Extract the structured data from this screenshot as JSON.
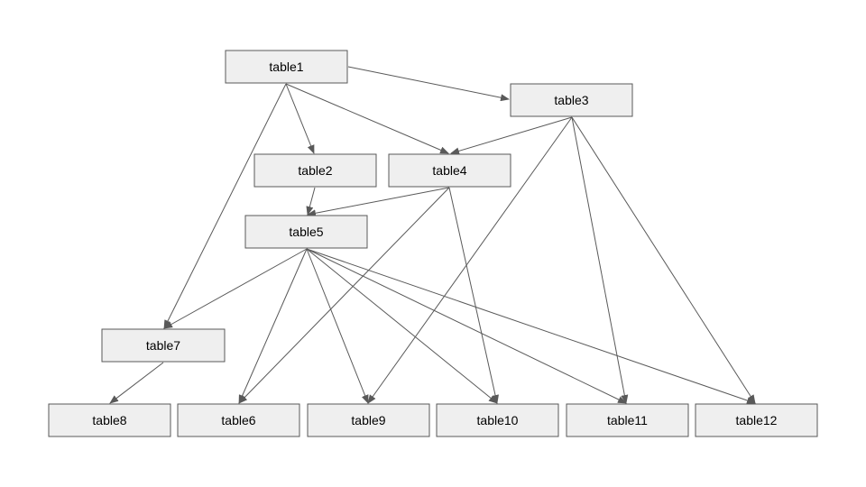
{
  "diagram": {
    "type": "dependency-graph",
    "colors": {
      "node_fill": "#efefef",
      "node_border": "#595959",
      "edge": "#595959",
      "text": "#000000",
      "background": "#ffffff"
    },
    "nodes": [
      {
        "id": "table1",
        "label": "table1"
      },
      {
        "id": "table2",
        "label": "table2"
      },
      {
        "id": "table3",
        "label": "table3"
      },
      {
        "id": "table4",
        "label": "table4"
      },
      {
        "id": "table5",
        "label": "table5"
      },
      {
        "id": "table6",
        "label": "table6"
      },
      {
        "id": "table7",
        "label": "table7"
      },
      {
        "id": "table8",
        "label": "table8"
      },
      {
        "id": "table9",
        "label": "table9"
      },
      {
        "id": "table10",
        "label": "table10"
      },
      {
        "id": "table11",
        "label": "table11"
      },
      {
        "id": "table12",
        "label": "table12"
      }
    ],
    "edges": [
      {
        "from": "table1",
        "to": "table3"
      },
      {
        "from": "table1",
        "to": "table2"
      },
      {
        "from": "table1",
        "to": "table4"
      },
      {
        "from": "table1",
        "to": "table7"
      },
      {
        "from": "table3",
        "to": "table4"
      },
      {
        "from": "table3",
        "to": "table9"
      },
      {
        "from": "table3",
        "to": "table11"
      },
      {
        "from": "table3",
        "to": "table12"
      },
      {
        "from": "table2",
        "to": "table5"
      },
      {
        "from": "table4",
        "to": "table5"
      },
      {
        "from": "table4",
        "to": "table6"
      },
      {
        "from": "table4",
        "to": "table10"
      },
      {
        "from": "table5",
        "to": "table7"
      },
      {
        "from": "table5",
        "to": "table6"
      },
      {
        "from": "table5",
        "to": "table9"
      },
      {
        "from": "table5",
        "to": "table10"
      },
      {
        "from": "table5",
        "to": "table11"
      },
      {
        "from": "table5",
        "to": "table12"
      },
      {
        "from": "table7",
        "to": "table8"
      }
    ]
  }
}
